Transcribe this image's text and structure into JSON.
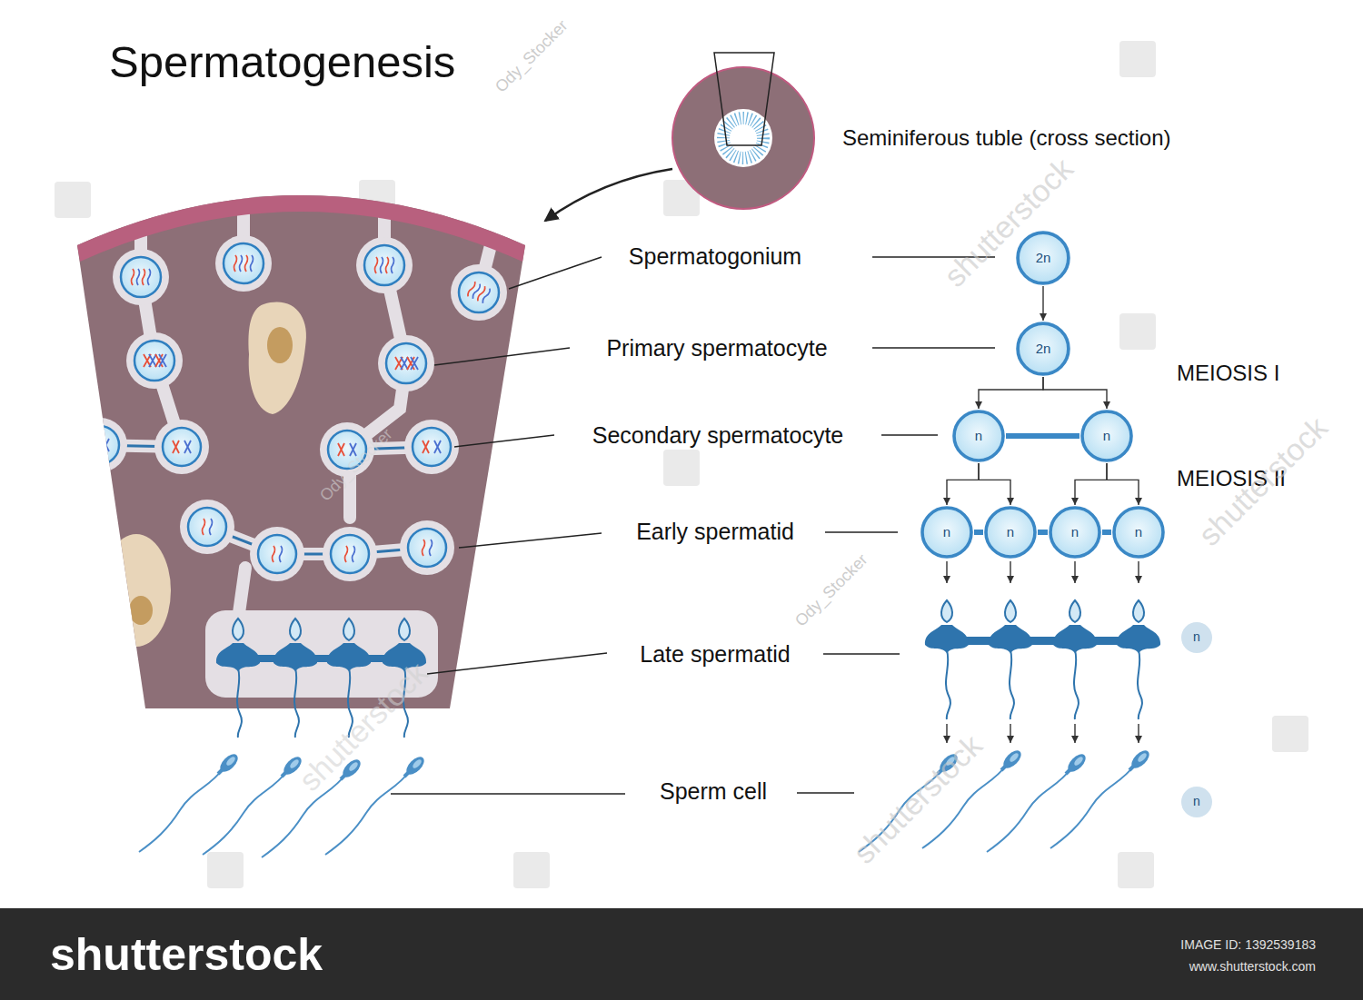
{
  "diagram": {
    "title": "Spermatogenesis",
    "nodes": [
      {
        "text": [
          "2n"
        ]
      },
      {
        "text": [
          "2n"
        ]
      },
      {
        "text": [
          "n"
        ]
      },
      {
        "text": [
          "n"
        ]
      },
      {
        "text": [
          "n"
        ]
      },
      {
        "text": [
          "n"
        ]
      },
      {
        "text": [
          "n"
        ]
      },
      {
        "text": [
          "n"
        ]
      },
      {
        "text": [
          "n"
        ]
      },
      {
        "text": [
          "n"
        ]
      }
    ],
    "edges": [
      {
        "from": 0,
        "to": 1,
        "arrow": "to"
      },
      {
        "from": 1,
        "to": 2,
        "arrow": "to"
      },
      {
        "from": 1,
        "to": 3,
        "arrow": "to"
      },
      {
        "from": 2,
        "to": 3,
        "arrow": "none"
      },
      {
        "from": 2,
        "to": 4,
        "arrow": "to"
      },
      {
        "from": 2,
        "to": 5,
        "arrow": "to"
      },
      {
        "from": 3,
        "to": 6,
        "arrow": "to"
      },
      {
        "from": 3,
        "to": 7,
        "arrow": "to"
      },
      {
        "from": 4,
        "to": 5,
        "arrow": "none"
      },
      {
        "from": 5,
        "to": 6,
        "arrow": "none"
      },
      {
        "from": 6,
        "to": 7,
        "arrow": "none"
      }
    ],
    "labels": [
      "Seminiferous tuble (cross section)",
      "Spermatogonium",
      "Primary spermatocyte",
      "MEIOSIS I",
      "Secondary spermatocyte",
      "MEIOSIS II",
      "Early spermatid",
      "Late spermatid",
      "Sperm cell",
      "Ody_Stocker",
      "Ody_Stocker",
      "Ody_Stocker",
      "shutterstock",
      "shutterstock",
      "shutterstock",
      "shutterstock",
      "shutterstock",
      "IMAGE ID: 1392539183",
      "www.shutterstock.com"
    ]
  }
}
